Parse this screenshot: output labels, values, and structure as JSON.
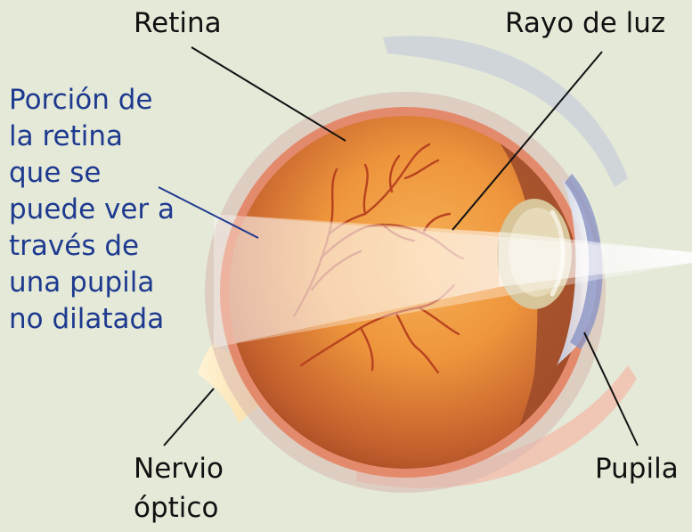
{
  "labels": {
    "retina": "Retina",
    "light_ray": "Rayo de luz",
    "visible_portion": [
      "Porción de",
      "la retina",
      "que se",
      "puede ver a",
      "través de",
      "una pupila",
      "no dilatada"
    ],
    "optic_nerve": [
      "Nervio",
      "óptico"
    ],
    "pupil": "Pupila"
  },
  "colors": {
    "background": "#E4E9D8",
    "annotation_text": "#1E3A8F",
    "label_text": "#111111",
    "sclera": "#E08769",
    "interior": "#F5A142",
    "vessels": "#B8431F",
    "light_ray": "#FFFFFF"
  }
}
